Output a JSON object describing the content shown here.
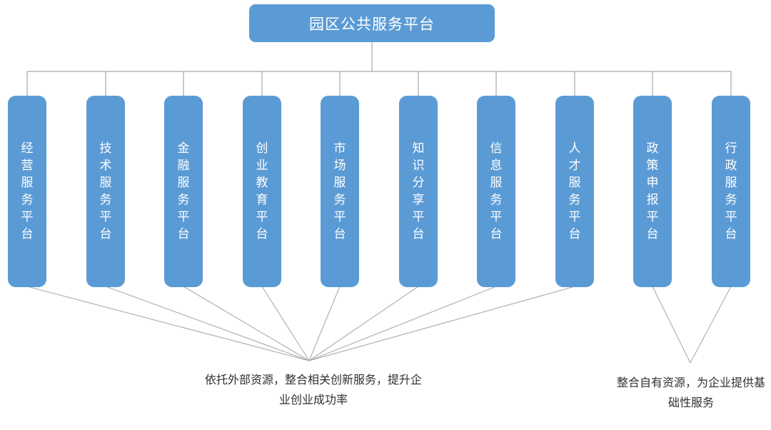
{
  "diagram": {
    "root": {
      "label": "园区公共服务平台"
    },
    "nodes": [
      {
        "label": "经营服务平台",
        "group": "external"
      },
      {
        "label": "技术服务平台",
        "group": "external"
      },
      {
        "label": "金融服务平台",
        "group": "external"
      },
      {
        "label": "创业教育平台",
        "group": "external"
      },
      {
        "label": "市场服务平台",
        "group": "external"
      },
      {
        "label": "知识分享平台",
        "group": "external"
      },
      {
        "label": "信息服务平台",
        "group": "external"
      },
      {
        "label": "人才服务平台",
        "group": "external"
      },
      {
        "label": "政策申报平台",
        "group": "internal"
      },
      {
        "label": "行政服务平台",
        "group": "internal"
      }
    ],
    "annotations": {
      "external": {
        "line1": "依托外部资源，整合相关创新服务，提升企",
        "line2": "业创业成功率",
        "applies_to_nodes": [
          0,
          1,
          2,
          3,
          4,
          5,
          6,
          7
        ]
      },
      "internal": {
        "line1": "整合自有资源，为企业提供基",
        "line2": "础性服务",
        "applies_to_nodes": [
          8,
          9
        ]
      }
    },
    "colors": {
      "node_fill": "#5B9BD5",
      "node_text": "#FFFFFF",
      "connector": "#A6A6A6",
      "annotation_text": "#303030"
    }
  }
}
